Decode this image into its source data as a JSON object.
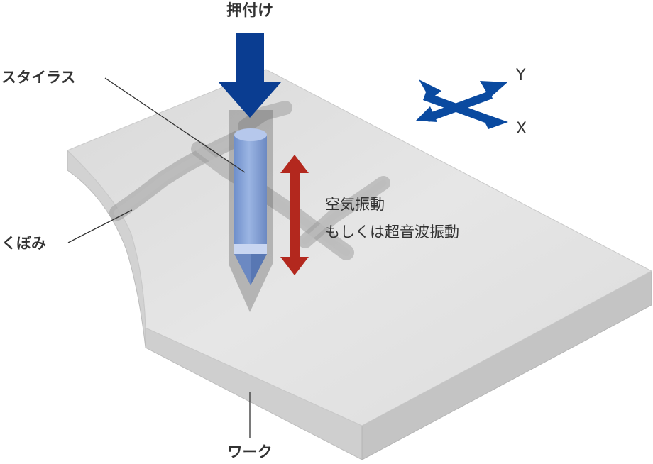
{
  "labels": {
    "press": "押付け",
    "stylus": "スタイラス",
    "dent": "くぼみ",
    "work": "ワーク",
    "vibration_line1": "空気振動",
    "vibration_line2": "もしくは超音波振動",
    "axis_y": "Y",
    "axis_x": "X"
  },
  "colors": {
    "press_arrow": "#0a3d91",
    "axis_arrows": "#0a4aa0",
    "vibration_arrow": "#b3281e",
    "stylus": "#7f9fd6",
    "work_top": "#e3e3e3",
    "text": "#333333"
  }
}
